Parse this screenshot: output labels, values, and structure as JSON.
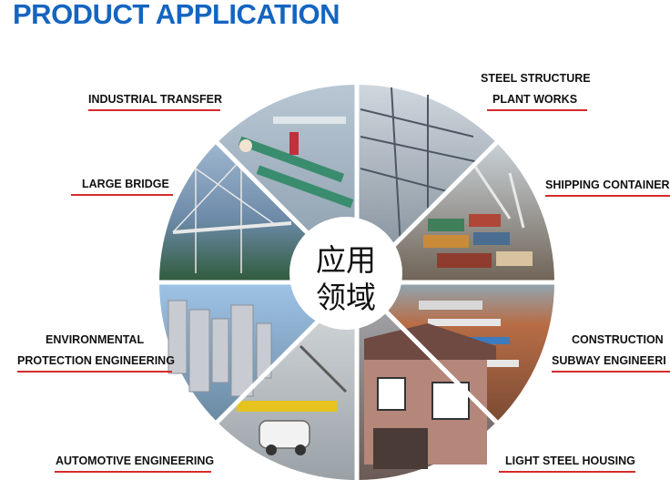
{
  "title": "PRODUCT APPLICATION",
  "center": {
    "line1": "应用",
    "line2": "领域"
  },
  "labels": {
    "industrial_transfer": "INDUSTRIAL TRANSFER",
    "large_bridge": "LARGE BRIDGE",
    "environmental_1": "ENVIRONMENTAL",
    "environmental_2": "PROTECTION ENGINEERING",
    "automotive": "AUTOMOTIVE ENGINEERING",
    "steel_structure_1": "STEEL STRUCTURE",
    "steel_structure_2": "PLANT WORKS",
    "shipping": "SHIPPING CONTAINER",
    "construction_1": "CONSTRUCTION",
    "construction_2": "SUBWAY ENGINEERI",
    "housing": "LIGHT STEEL HOUSING"
  },
  "colors": {
    "title": "#1565c0",
    "underline": "#d42b2b"
  }
}
